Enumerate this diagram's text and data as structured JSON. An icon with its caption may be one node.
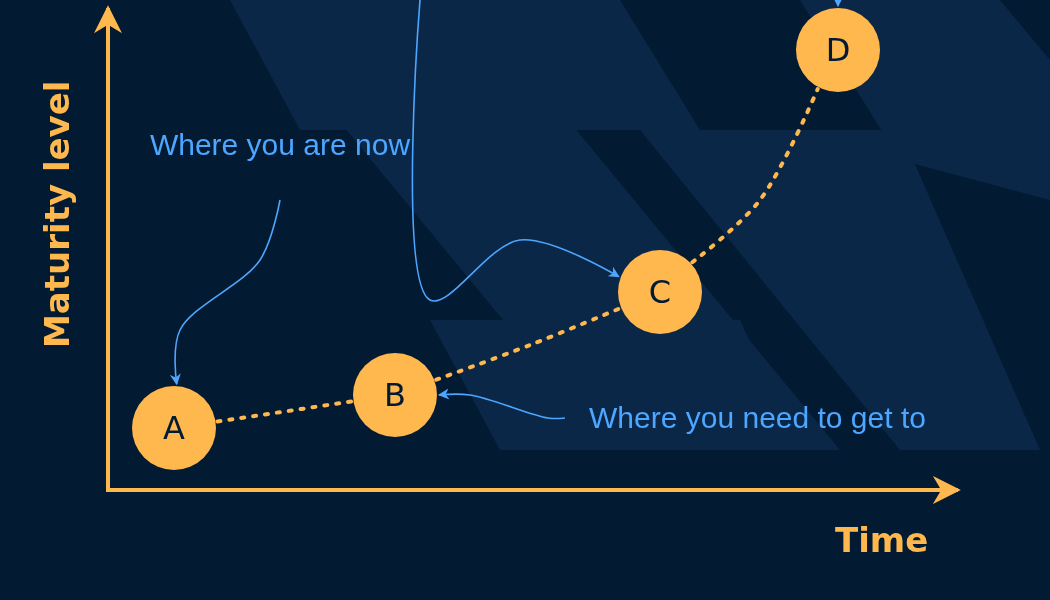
{
  "diagram": {
    "nodes": [
      {
        "text": [
          "Where you are now"
        ]
      },
      {
        "text": [
          "A"
        ]
      },
      {
        "text": [
          "B"
        ]
      },
      {
        "text": [
          "C"
        ]
      },
      {
        "text": [
          "D"
        ]
      },
      {
        "text": [
          "Where you need to get to"
        ]
      }
    ],
    "edges": [
      {
        "from": 0,
        "to": 1,
        "arrow": "to"
      },
      {
        "from": 5,
        "to": 2,
        "arrow": "to"
      },
      {
        "from": null,
        "to": 3,
        "arrow": "to"
      },
      {
        "from": null,
        "to": 4,
        "arrow": "to"
      },
      {
        "from": 1,
        "to": 2,
        "arrow": "none",
        "style": "dashed",
        "color": "#ffb84d"
      },
      {
        "from": 2,
        "to": 3,
        "arrow": "none",
        "style": "dashed",
        "color": "#ffb84d"
      },
      {
        "from": 3,
        "to": 4,
        "arrow": "none",
        "style": "dashed",
        "color": "#ffb84d"
      }
    ],
    "labels": [
      "Maturity level",
      "Time"
    ]
  }
}
